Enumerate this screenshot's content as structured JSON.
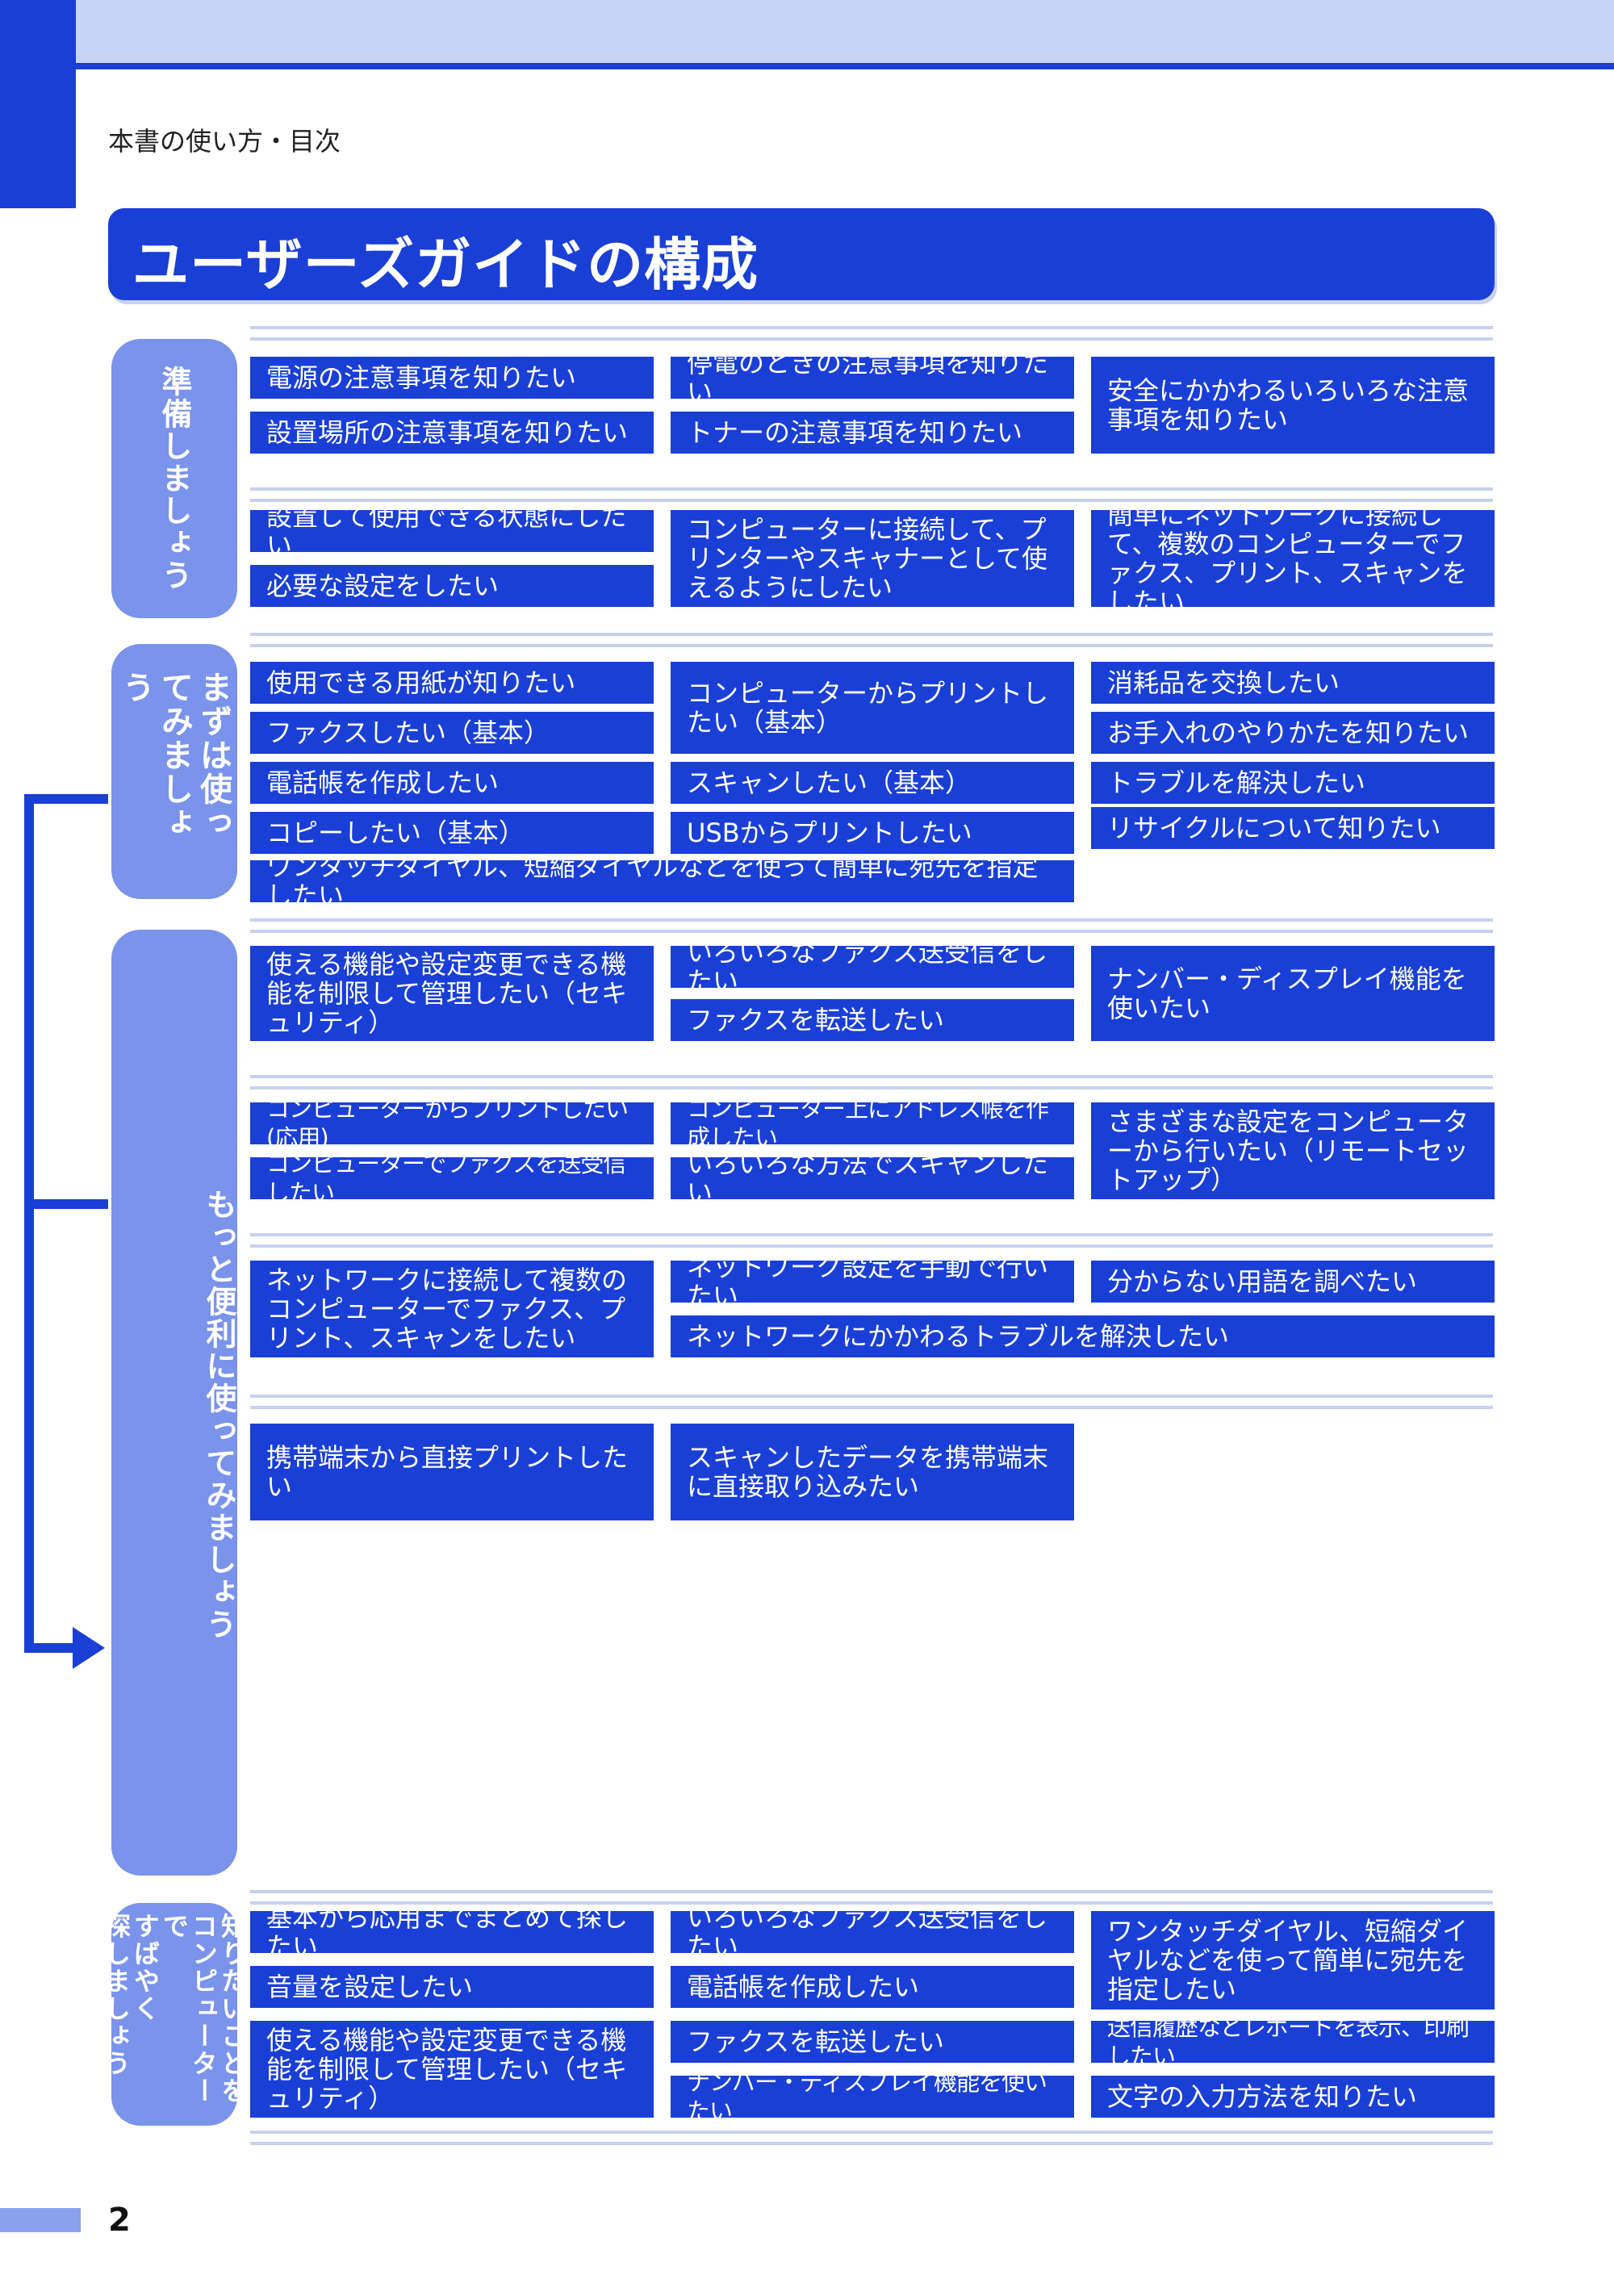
{
  "breadcrumb": "本書の使い方・目次",
  "title": "ユーザーズガイドの構成",
  "page_number": "2",
  "sections": {
    "s1": {
      "label": "準備しましょう",
      "boxes": [
        "電源の注意事項を知りたい",
        "停電のときの注意事項を知りたい",
        "安全にかかわるいろいろな注意事項を知りたい",
        "設置場所の注意事項を知りたい",
        "トナーの注意事項を知りたい",
        "設置して使用できる状態にしたい",
        "コンピューターに接続して、プリンターやスキャナーとして使えるようにしたい",
        "簡単にネットワークに接続して、複数のコンピューターでファクス、プリント、スキャンをしたい",
        "必要な設定をしたい"
      ]
    },
    "s2": {
      "label": "まずは使ってみましょう",
      "boxes": [
        "使用できる用紙が知りたい",
        "コンピューターからプリントしたい（基本）",
        "消耗品を交換したい",
        "ファクスしたい（基本）",
        "お手入れのやりかたを知りたい",
        "電話帳を作成したい",
        "スキャンしたい（基本）",
        "トラブルを解決したい",
        "コピーしたい（基本）",
        "USBからプリントしたい",
        "リサイクルについて知りたい",
        "ワンタッチダイヤル、短縮ダイヤルなどを使って簡単に宛先を指定したい"
      ]
    },
    "s3": {
      "label": "もっと便利に使ってみましょう",
      "boxes": [
        "使える機能や設定変更できる機能を制限して管理したい（セキュリティ）",
        "いろいろなファクス送受信をしたい",
        "ナンバー・ディスプレイ機能を使いたい",
        "ファクスを転送したい",
        "コンピューターからプリントしたい(応用)",
        "コンピューター上にアドレス帳を作成したい",
        "さまざまな設定をコンピューターから行いたい（リモートセットアップ）",
        "コンピューターでファクスを送受信したい",
        "いろいろな方法でスキャンしたい",
        "ネットワークに接続して複数のコンピューターでファクス、プリント、スキャンをしたい",
        "ネットワーク設定を手動で行いたい",
        "分からない用語を調べたい",
        "ネットワークにかかわるトラブルを解決したい",
        "携帯端末から直接プリントしたい",
        "スキャンしたデータを携帯端末に直接取り込みたい"
      ]
    },
    "s4": {
      "label_lines": [
        "知りたいことを",
        "コンピューターで",
        "すばやく",
        "探しましょう"
      ],
      "boxes": [
        "基本から応用までまとめて探したい",
        "いろいろなファクス送受信をしたい",
        "ワンタッチダイヤル、短縮ダイヤルなどを使って簡単に宛先を指定したい",
        "音量を設定したい",
        "電話帳を作成したい",
        "使える機能や設定変更できる機能を制限して管理したい（セキュリティ）",
        "ファクスを転送したい",
        "送信履歴などレポートを表示、印刷したい",
        "ナンバー・ディスプレイ機能を使いたい",
        "文字の入力方法を知りたい"
      ]
    }
  },
  "colors": {
    "primary": "#1a3fd6",
    "pill": "#7a93eb",
    "band": "#c7d4f6",
    "rule": "#c7d1ee"
  }
}
